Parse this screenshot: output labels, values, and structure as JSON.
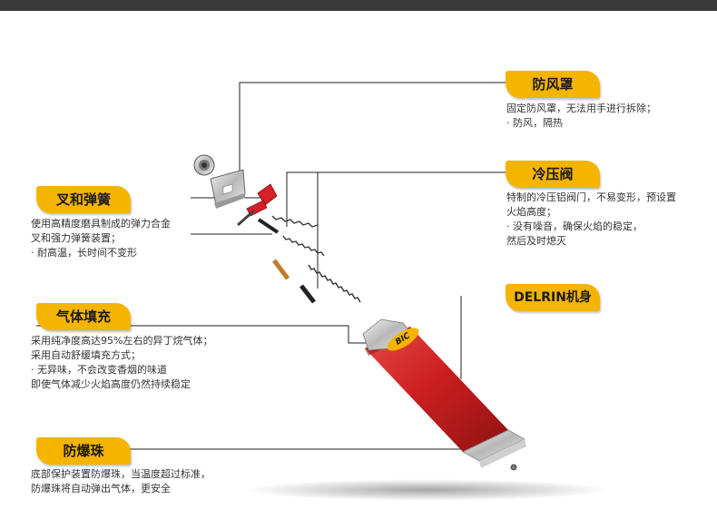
{
  "colors": {
    "top_bar": "#3a3a3a",
    "badge": "#f5b400",
    "lighter_body": "#cc1f1f",
    "guard_metal": "#c8c8c8"
  },
  "parts": {
    "windshield": {
      "title": "防风罩",
      "lines": [
        "固定防风罩，无法用手进行拆除；",
        "· 防风，隔热"
      ]
    },
    "valve": {
      "title": "冷压阀",
      "lines": [
        "特制的冷压铝阀门，不易变形，预设置",
        "火焰高度；",
        "· 没有噪音，确保火焰的稳定，",
        "然后及时熄灭"
      ]
    },
    "body": {
      "title": "DELRIN机身",
      "lines": []
    },
    "spring": {
      "title": "叉和弹簧",
      "lines": [
        "使用高精度磨具制成的弹力合金",
        "叉和强力弹簧装置；",
        "· 耐高温，长时间不变形"
      ]
    },
    "gas": {
      "title": "气体填充",
      "lines": [
        "采用纯净度高达95%左右的异丁烷气体；",
        "采用自动舒缓填充方式；",
        "· 无异味，不会改变香烟的味道",
        "即使气体减少火焰高度仍然持续稳定"
      ]
    },
    "bead": {
      "title": "防爆珠",
      "lines": [
        "底部保护装置防爆珠，当温度超过标准，",
        "防爆珠将自动弹出气体，更安全"
      ]
    }
  },
  "brand_logo": "BIC"
}
